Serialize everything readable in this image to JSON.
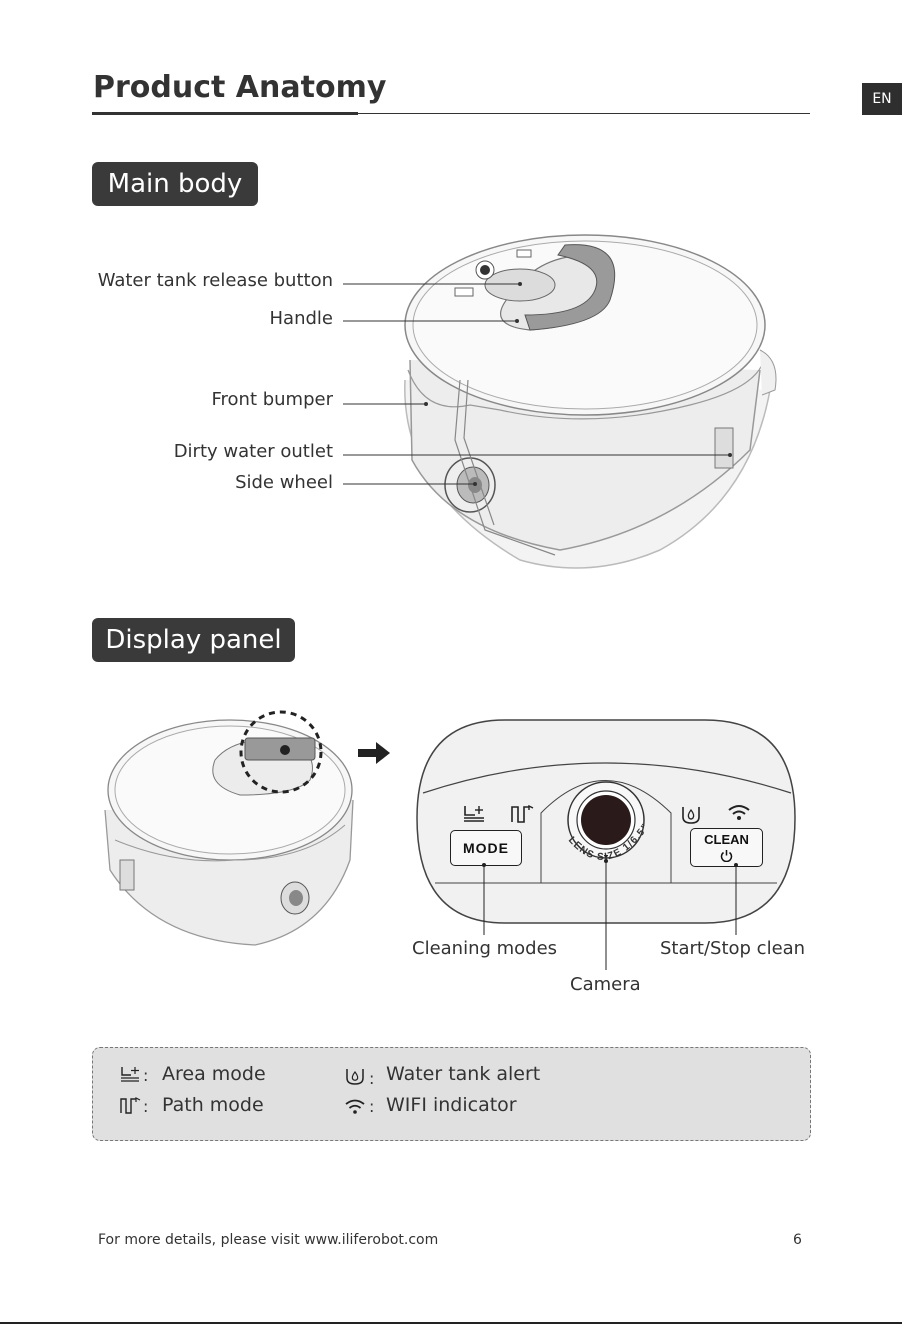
{
  "header": {
    "title": "Product Anatomy",
    "lang_tab": "EN"
  },
  "main_body": {
    "section_label": "Main body",
    "callouts": [
      "Water tank release button",
      "Handle",
      "Front bumper",
      "Dirty water outlet",
      "Side wheel"
    ]
  },
  "display_panel": {
    "section_label": "Display panel",
    "mode_button": "MODE",
    "clean_button": "CLEAN",
    "lens_text": "LENS SIZE 1/6.5\"",
    "callouts": {
      "cleaning_modes": "Cleaning modes",
      "camera": "Camera",
      "start_stop": "Start/Stop clean"
    },
    "icons": [
      "area-mode-icon",
      "path-mode-icon",
      "water-tank-icon",
      "wifi-icon",
      "power-icon",
      "arrow-right-icon"
    ]
  },
  "legend": {
    "items": [
      {
        "icon": "area-mode-icon",
        "colon": ":",
        "label": "Area mode"
      },
      {
        "icon": "path-mode-icon",
        "colon": ":",
        "label": "Path mode"
      },
      {
        "icon": "water-tank-icon",
        "colon": ":",
        "label": "Water tank alert"
      },
      {
        "icon": "wifi-icon",
        "colon": ":",
        "label": "WIFI indicator"
      }
    ]
  },
  "footer": {
    "text": "For more details, please visit www.iliferobot.com",
    "page_number": "6"
  }
}
